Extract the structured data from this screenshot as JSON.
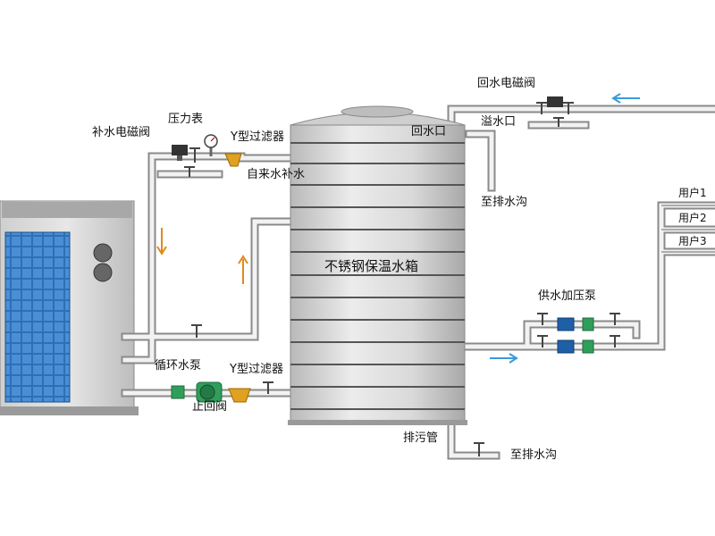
{
  "labels": {
    "makeup_valve": "补水电磁阀",
    "pressure_gauge": "压力表",
    "y_filter_top": "Y型过滤器",
    "tap_water": "自来水补水",
    "return_port": "回水口",
    "overflow_port": "溢水口",
    "return_valve": "回水电磁阀",
    "to_drain_top": "至排水沟",
    "tank": "不锈钢保温水箱",
    "supply_pump": "供水加压泵",
    "user1": "用户1",
    "user2": "用户2",
    "user3": "用户3",
    "circ_pump": "循环水泵",
    "y_filter_bottom": "Y型过滤器",
    "check_valve": "止回阀",
    "sewage_pipe": "排污管",
    "to_drain_bottom": "至排水沟"
  },
  "colors": {
    "pipe": "#c8c8c8",
    "pipe_edge": "#8a8a8a",
    "tank": "#dcdcdc",
    "unit_grid": "#2e6fb5",
    "filter": "#e0a020",
    "flow_arrow_orange": "#e08a1a",
    "flow_arrow_blue": "#3a9ad9",
    "pump_green": "#2f9e5a",
    "pump_blue": "#1f5fa8"
  }
}
